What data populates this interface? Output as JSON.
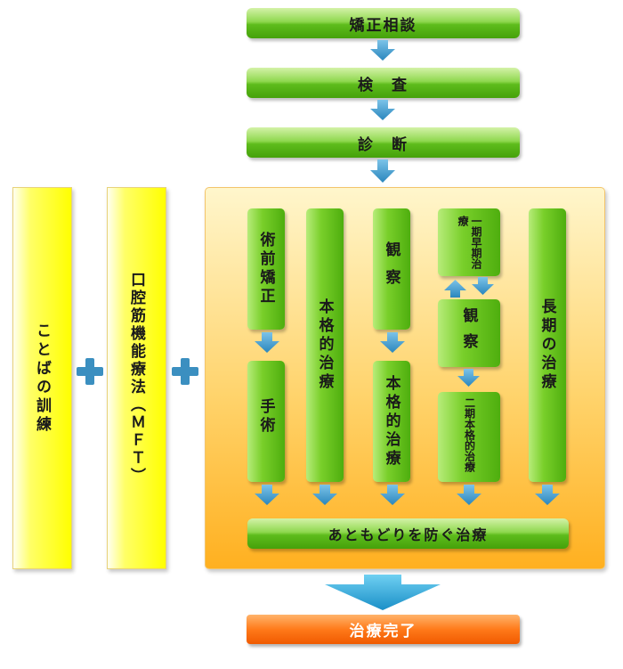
{
  "flow": {
    "step1": "矯正相談",
    "step2": "検　査",
    "step3": "診　断",
    "final": "治療完了"
  },
  "left": {
    "speech": "ことばの訓練",
    "mft": "口腔筋機能療法（ＭＦＴ）"
  },
  "panel": {
    "presurgical": "術前矯正",
    "surgery": "手術",
    "comprehensive": "本格的治療",
    "observation": "観察",
    "comprehensive2": "本格的治療",
    "early": "一期早期治療",
    "observation2": "観察",
    "phase2": "二期本格的治療",
    "longterm": "長期の治療",
    "retention": "あともどりを防ぐ治療"
  },
  "colors": {
    "green": "#5ebc1c",
    "yellow": "#ffff00",
    "orange": "#f05a00",
    "arrow": "#2e8fc4"
  }
}
